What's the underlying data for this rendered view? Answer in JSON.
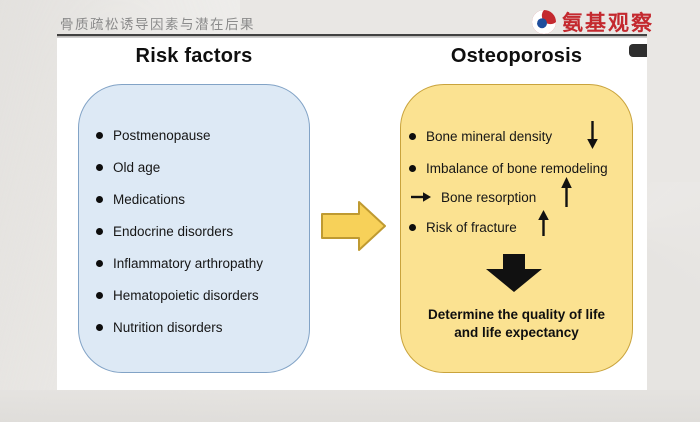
{
  "header": {
    "title": "骨质疏松诱导因素与潜在后果",
    "logo": {
      "text": "氨基观察",
      "icon": "swirl-logo-icon"
    }
  },
  "left_panel": {
    "heading": "Risk factors",
    "items": [
      "Postmenopause",
      "Old age",
      "Medications",
      "Endocrine disorders",
      "Inflammatory arthropathy",
      "Hematopoietic disorders",
      "Nutrition disorders"
    ]
  },
  "right_panel": {
    "heading": "Osteoporosis",
    "items": [
      {
        "bullet": "dot",
        "text": "Bone mineral density",
        "suffix_icon": "thin-down-arrow"
      },
      {
        "bullet": "dot",
        "text": "Imbalance of bone remodeling",
        "suffix_icon": "none"
      },
      {
        "bullet": "right-arrow",
        "text": "Bone resorption",
        "suffix_icon": "thin-up-arrow"
      },
      {
        "bullet": "dot",
        "text": "Risk of fracture",
        "suffix_icon": "thin-up-arrow"
      }
    ],
    "big_arrow_icon": "block-down-arrow",
    "conclusion_line1": "Determine the quality of life",
    "conclusion_line2": "and life expectancy"
  },
  "flow": {
    "arrow_icon": "block-right-arrow"
  },
  "colors": {
    "surround_gray": "#e9e7e4",
    "slide_white": "#ffffff",
    "header_title_gray": "#8b8b8b",
    "rule_dark": "#414141",
    "logo_red": "#c4292f",
    "logo_blue": "#1f4e9c",
    "left_box_fill": "#dde9f5",
    "left_box_border": "#82a3c6",
    "right_box_fill": "#fbe291",
    "right_box_border": "#c9a33c",
    "flow_arrow_fill": "#f7d159",
    "flow_arrow_border": "#bf9a31",
    "text_black": "#161616"
  }
}
